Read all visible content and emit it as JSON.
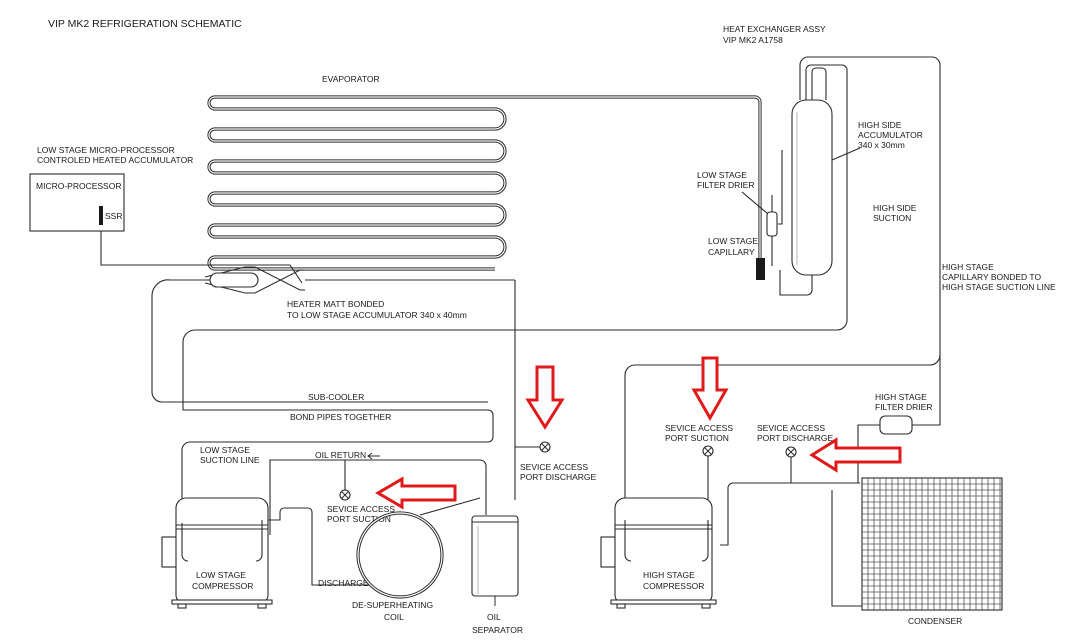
{
  "title": "VIP MK2 REFRIGERATION SCHEMATIC",
  "labels": {
    "hx_title": "HEAT EXCHANGER ASSY",
    "hx_part": "VIP MK2 A1758",
    "evaporator": "EVAPORATOR",
    "lsmp_1": "LOW STAGE MICRO-PROCESSOR",
    "lsmp_2": "CONTROLED HEATED ACCUMULATOR",
    "micro": "MICRO-PROCESSOR",
    "ssr": "SSR",
    "hsa_1": "HIGH SIDE",
    "hsa_2": "ACCUMULATOR",
    "hsa_3": "340 x 30mm",
    "lsfd_1": "LOW STAGE",
    "lsfd_2": "FILTER DRIER",
    "hss_1": "HIGH SIDE",
    "hss_2": "SUCTION",
    "lscap_1": "LOW STAGE",
    "lscap_2": "CAPILLARY",
    "hscap_1": "HIGH STAGE",
    "hscap_2": "CAPILLARY BONDED TO",
    "hscap_3": "HIGH STAGE SUCTION LINE",
    "heater_1": "HEATER MATT BONDED",
    "heater_2": "TO LOW STAGE ACCUMULATOR 340 x 40mm",
    "subcooler": "SUB-COOLER",
    "bond": "BOND PIPES TOGETHER",
    "hsfd_1": "HIGH STAGE",
    "hsfd_2": "FILTER DRIER",
    "lssl_1": "LOW STAGE",
    "lssl_2": "SUCTION LINE",
    "oil_return": "OIL RETURN",
    "sapd_low_1": "SEVICE ACCESS",
    "sapd_low_2": "PORT DISCHARGE",
    "saps_low_1": "SEVICE ACCESS",
    "saps_low_2": "PORT SUCTION",
    "saps_high_1": "SEVICE ACCESS",
    "saps_high_2": "PORT SUCTION",
    "sapd_high_1": "SEVICE ACCESS",
    "sapd_high_2": "PORT DISCHARGE",
    "lscomp_1": "LOW STAGE",
    "lscomp_2": "COMPRESSOR",
    "discharge": "DISCHARGE",
    "desup_1": "DE-SUPERHEATING",
    "desup_2": "COIL",
    "oil_1": "OIL",
    "oil_2": "SEPARATOR",
    "hscomp_1": "HIGH STAGE",
    "hscomp_2": "COMPRESSOR",
    "condenser": "CONDENSER"
  },
  "colors": {
    "line": "#2b2b2b",
    "highlight_arrow": "#e0191b"
  }
}
